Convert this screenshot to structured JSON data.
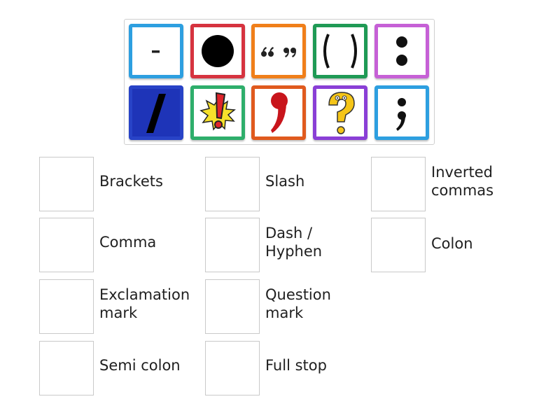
{
  "tiles": [
    {
      "icon": "dash-icon",
      "border": "#2d9fe0"
    },
    {
      "icon": "full-stop-icon",
      "border": "#d6333f"
    },
    {
      "icon": "inverted-commas-icon",
      "border": "#f07f1a"
    },
    {
      "icon": "brackets-icon",
      "border": "#1f9a55"
    },
    {
      "icon": "colon-icon",
      "border": "#c660d6"
    },
    {
      "icon": "slash-icon",
      "border": "#2843c7"
    },
    {
      "icon": "exclamation-mark-icon",
      "border": "#2eae6b"
    },
    {
      "icon": "comma-icon",
      "border": "#e05a1e"
    },
    {
      "icon": "question-mark-icon",
      "border": "#8a3fd6"
    },
    {
      "icon": "semi-colon-icon",
      "border": "#2d9fe0"
    }
  ],
  "answers": [
    {
      "label": "Brackets"
    },
    {
      "label": "Slash"
    },
    {
      "label": "Inverted\ncommas"
    },
    {
      "label": "Comma"
    },
    {
      "label": "Dash /\nHyphen"
    },
    {
      "label": "Colon"
    },
    {
      "label": "Exclamation\nmark"
    },
    {
      "label": "Question\nmark"
    },
    {
      "label": "Semi colon"
    },
    {
      "label": "Full stop"
    }
  ]
}
